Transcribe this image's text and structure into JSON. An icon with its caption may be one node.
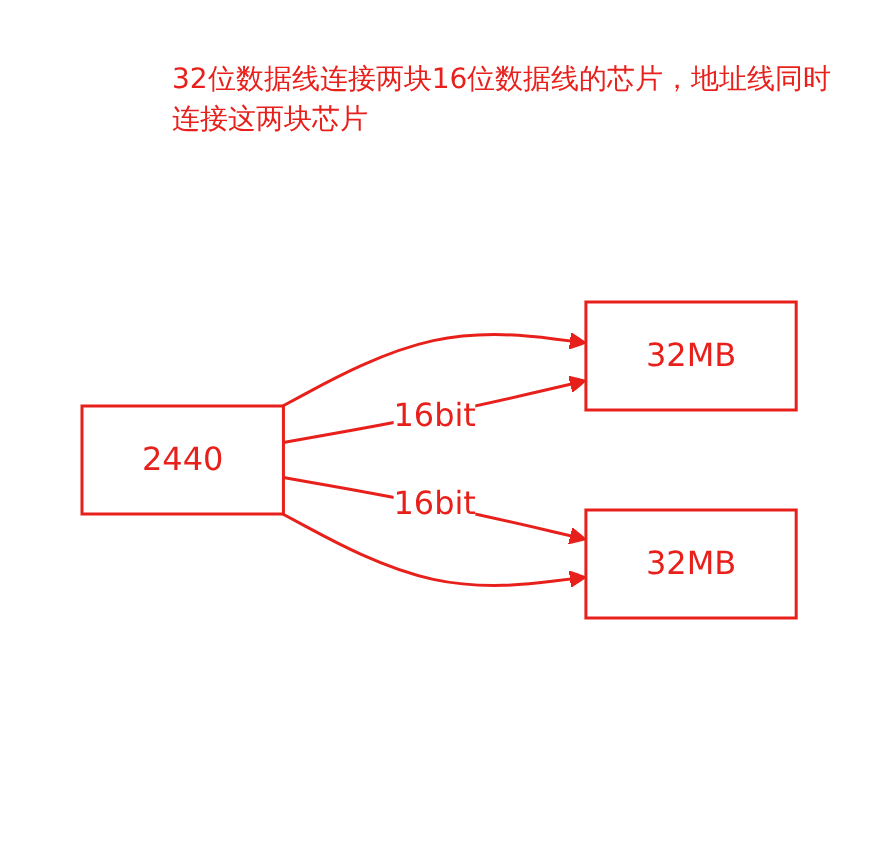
{
  "diagram": {
    "title": "32位数据线连接两块16位数据线的芯片，地址线同时连接这两块芯片",
    "nodes": [
      {
        "text": [
          "2440"
        ]
      },
      {
        "text": [
          "32MB"
        ]
      },
      {
        "text": [
          "32MB"
        ]
      }
    ],
    "edges": [
      {
        "from": 0,
        "to": 1,
        "arrow": "to"
      },
      {
        "from": 0,
        "to": 1,
        "arrow": "to",
        "label": "16bit"
      },
      {
        "from": 0,
        "to": 2,
        "arrow": "to",
        "label": "16bit"
      },
      {
        "from": 0,
        "to": 2,
        "arrow": "to"
      }
    ]
  }
}
